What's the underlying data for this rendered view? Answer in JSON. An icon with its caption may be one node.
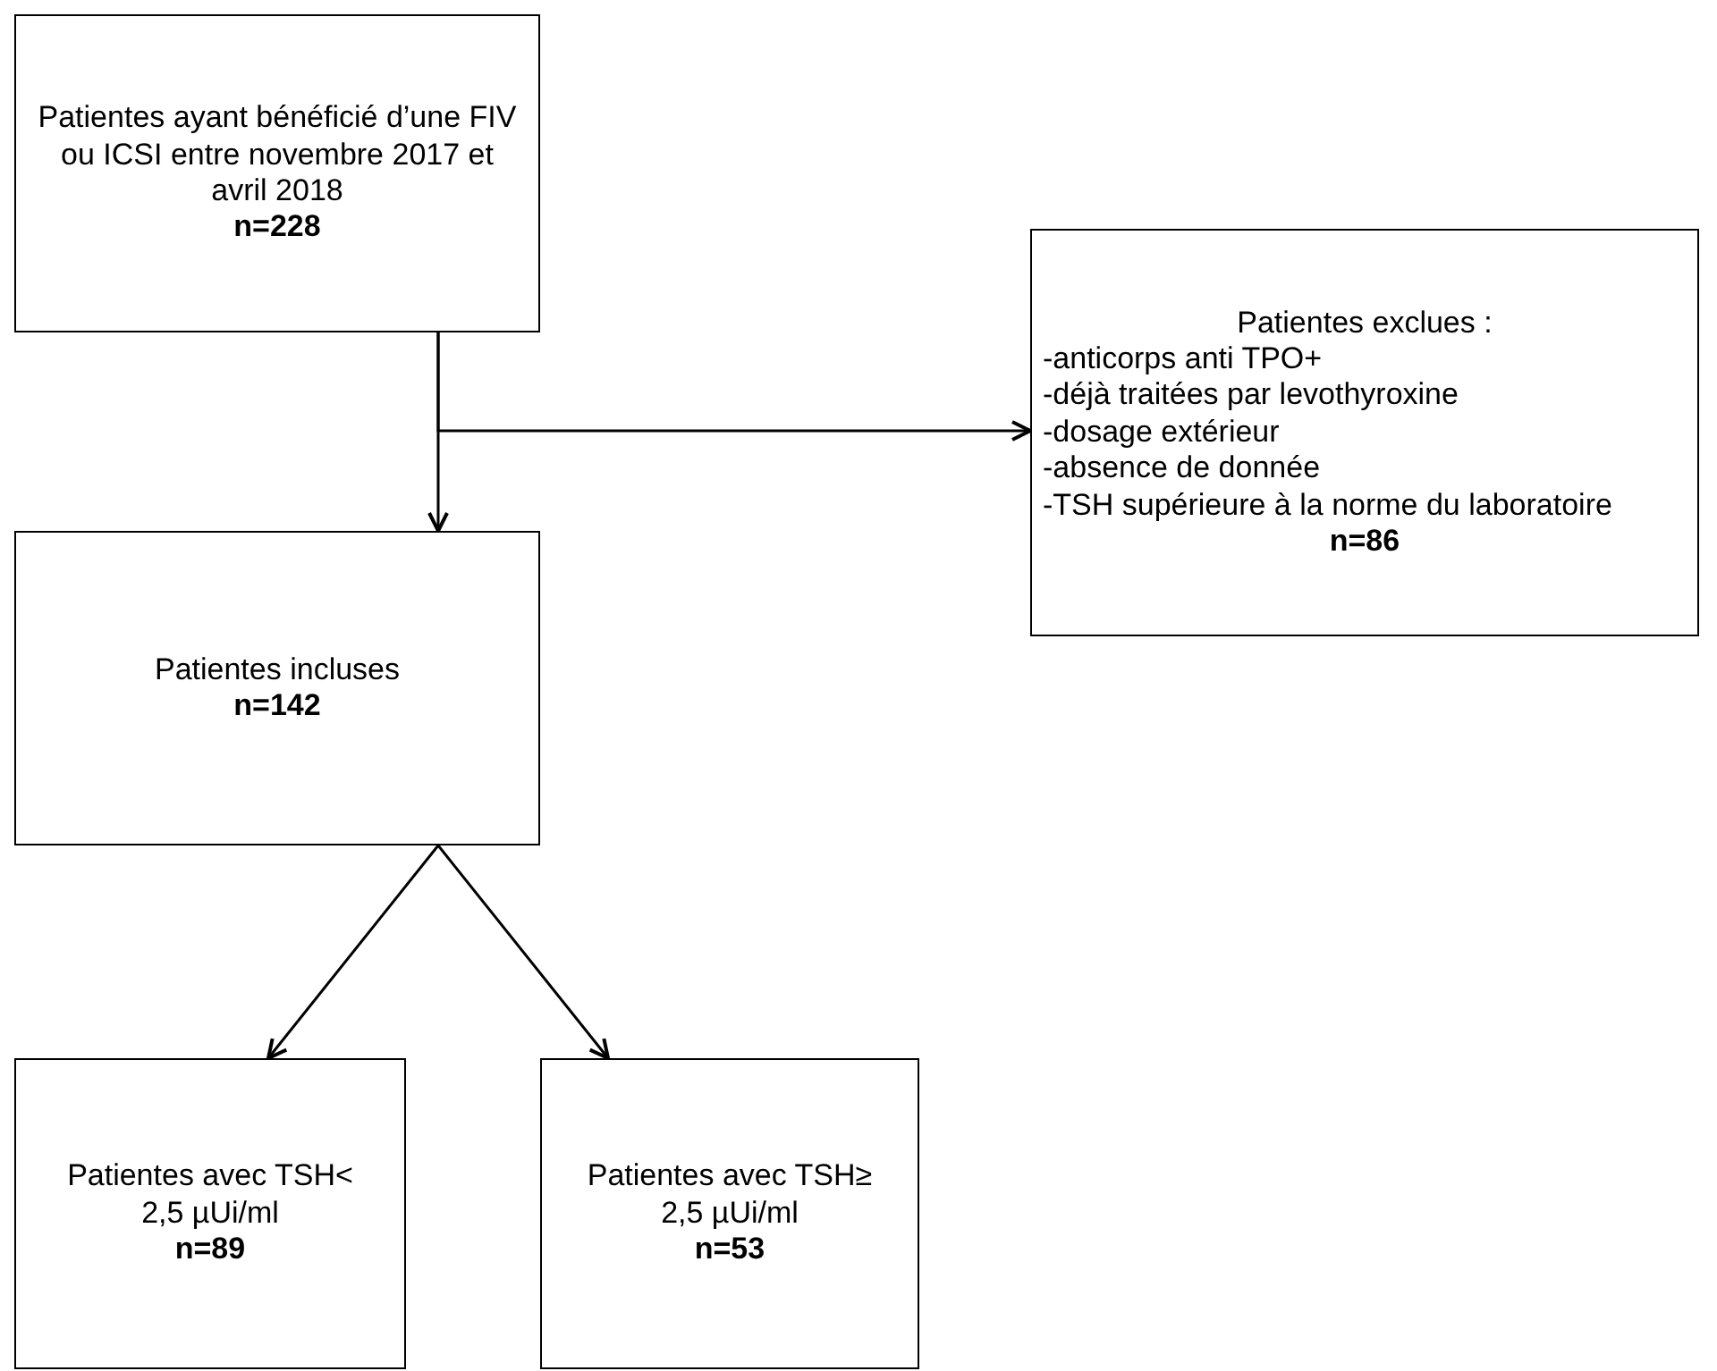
{
  "diagram": {
    "nodes": [
      {
        "text": [
          "Patientes ayant bénéficié d’une FIV ou ICSI entre novembre 2017 et avril 2018",
          "n=228"
        ]
      },
      {
        "text": [
          "Patientes exclues :",
          "-anticorps anti TPO+",
          "-déjà traitées par levothyroxine",
          "-dosage extérieur",
          "-absence de donnée",
          "-TSH supérieure à la norme du laboratoire",
          "n=86"
        ]
      },
      {
        "text": [
          "Patientes incluses",
          "n=142"
        ]
      },
      {
        "text": [
          "Patientes avec TSH< 2,5 µUi/ml",
          "n=89"
        ]
      },
      {
        "text": [
          "Patientes avec TSH≥ 2,5 µUi/ml",
          "n=53"
        ]
      }
    ],
    "edges": [
      {
        "from": 0,
        "to": 2,
        "arrow": "to"
      },
      {
        "from": 0,
        "to": 1,
        "arrow": "to"
      },
      {
        "from": 2,
        "to": 3,
        "arrow": "to"
      },
      {
        "from": 2,
        "to": 4,
        "arrow": "to"
      }
    ]
  }
}
